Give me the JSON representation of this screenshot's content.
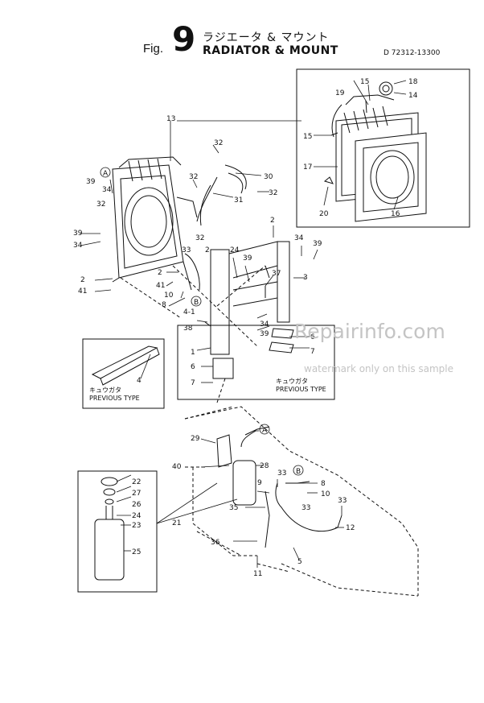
{
  "header": {
    "fig_word": "Fig.",
    "fig_number": "9",
    "title_jp": "ラジエータ & マウント",
    "title_en": "RADIATOR & MOUNT",
    "doc_code": "D 72312-13300"
  },
  "callouts": [
    "1",
    "2",
    "3",
    "4",
    "5",
    "6",
    "7",
    "8",
    "9",
    "10",
    "11",
    "12",
    "13",
    "14",
    "15",
    "16",
    "17",
    "18",
    "19",
    "20",
    "21",
    "22",
    "23",
    "24",
    "25",
    "26",
    "27",
    "28",
    "29",
    "30",
    "31",
    "32",
    "33",
    "34",
    "35",
    "36",
    "37",
    "38",
    "39",
    "40",
    "41",
    "4-1",
    "A",
    "B"
  ],
  "insets": {
    "left": {
      "label_jp": "キュウガタ",
      "label_en": "PREVIOUS TYPE"
    },
    "right": {
      "label_jp": "キュウガタ",
      "label_en": "PREVIOUS TYPE"
    }
  },
  "watermark": {
    "main": "Repairinfo.com",
    "sub": "watermark only on this sample"
  }
}
